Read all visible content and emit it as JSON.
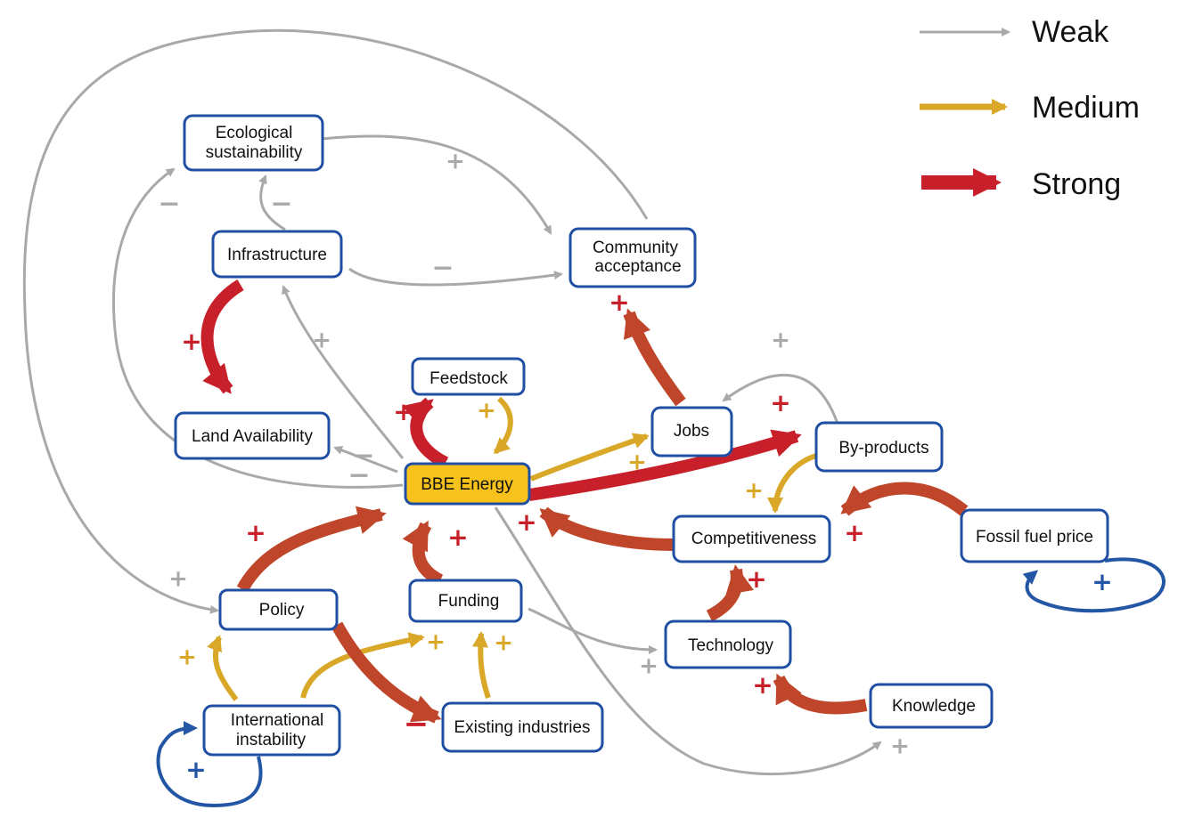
{
  "colors": {
    "weak": "#a9a9a9",
    "medium": "#d9a829",
    "strong": "#c8202a",
    "strong_alt": "#bf462a",
    "loop": "#2357a6",
    "node_border": "#1f4fa3",
    "core_fill": "#f7c21b"
  },
  "legend": {
    "weak": "Weak",
    "medium": "Medium",
    "strong": "Strong"
  },
  "nodes": {
    "ecological": {
      "line1": "Ecological",
      "line2": "sustainability"
    },
    "infrastructure": {
      "label": "Infrastructure"
    },
    "community": {
      "line1": "Community",
      "line2": "acceptance"
    },
    "feedstock": {
      "label": "Feedstock"
    },
    "land": {
      "label": "Land Availability"
    },
    "jobs": {
      "label": "Jobs"
    },
    "byproducts": {
      "label": "By-products"
    },
    "bbe": {
      "label": "BBE Energy"
    },
    "competitiveness": {
      "label": "Competitiveness"
    },
    "fossil": {
      "label": "Fossil fuel price"
    },
    "policy": {
      "label": "Policy"
    },
    "funding": {
      "label": "Funding"
    },
    "technology": {
      "label": "Technology"
    },
    "knowledge": {
      "label": "Knowledge"
    },
    "international": {
      "line1": "International",
      "line2": "instability"
    },
    "existing": {
      "label": "Existing industries"
    }
  },
  "signs": {
    "plus": "+",
    "minus": "−"
  }
}
